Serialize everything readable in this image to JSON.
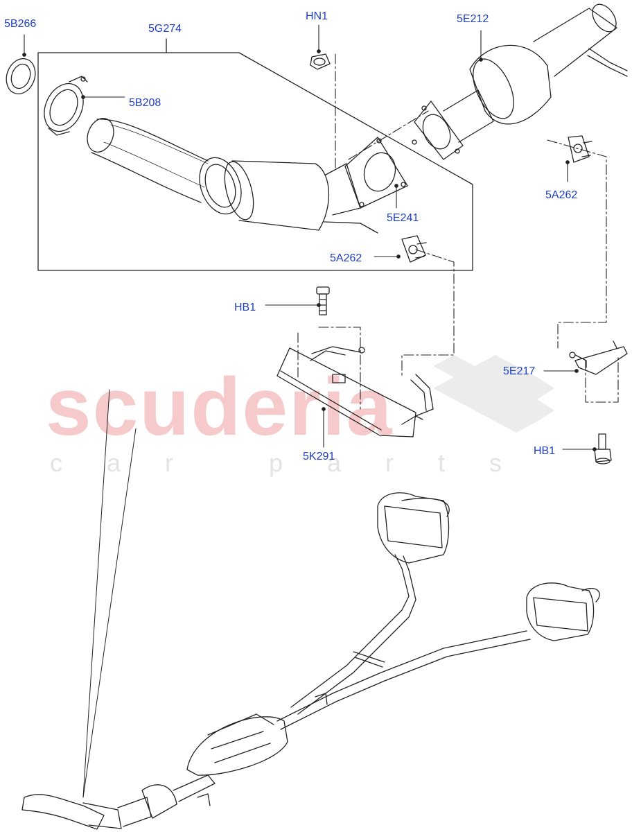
{
  "watermark": {
    "brand": "scuderia",
    "tagline": "car parts"
  },
  "callouts": {
    "c_5B266": "5B266",
    "c_5G274": "5G274",
    "c_HN1": "HN1",
    "c_5E212": "5E212",
    "c_5B208": "5B208",
    "c_5E241": "5E241",
    "c_5A262a": "5A262",
    "c_5A262b": "5A262",
    "c_HB1a": "HB1",
    "c_5E217": "5E217",
    "c_5K291": "5K291",
    "c_HB1b": "HB1"
  },
  "colors": {
    "callout": "#1f3fbf",
    "line": "#222222",
    "watermark": "#f6c9cb"
  }
}
